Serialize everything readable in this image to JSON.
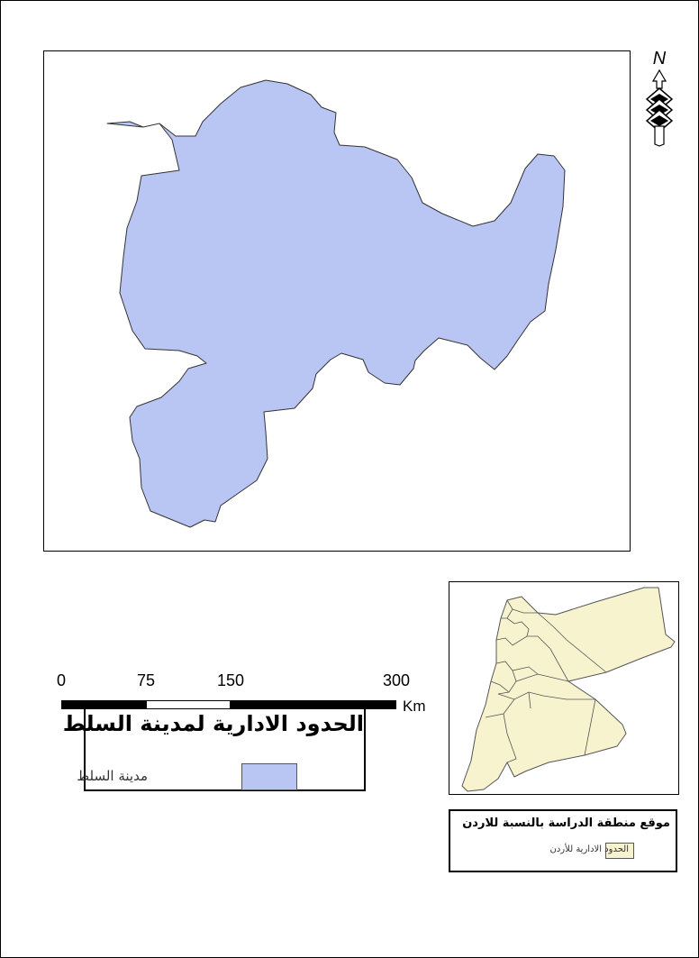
{
  "main_map": {
    "region_fill": "#b9c6f3",
    "region_stroke": "#333333"
  },
  "north_arrow": {
    "label": "N",
    "icon": "north-arrow-icon"
  },
  "main_legend": {
    "title": "الحدود الادارية لمدينة السلط",
    "item_label": "مدينة السلط",
    "swatch_color": "#b9c6f3"
  },
  "inset_map": {
    "fill": "#f8f3cf",
    "stroke": "#555555"
  },
  "inset_legend": {
    "title": "موقع منطقة الدراسة بالنسبة للاردن",
    "item_label": "الحدود الادارية للأردن",
    "swatch_color": "#f8f3cf"
  },
  "scale_bar": {
    "ticks": [
      "0",
      "75",
      "150",
      "300"
    ],
    "unit": "Km"
  }
}
